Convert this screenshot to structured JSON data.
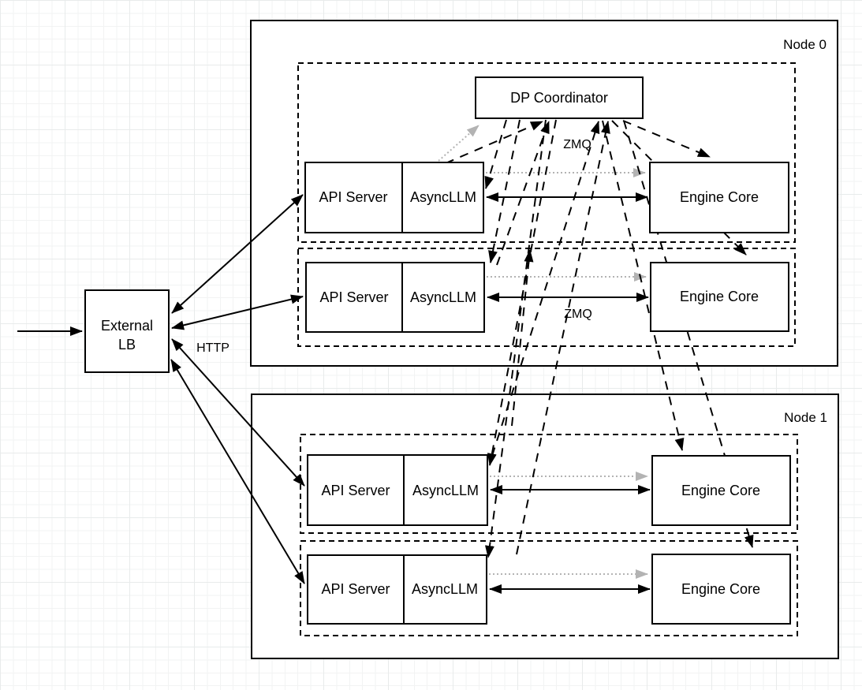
{
  "diagram": {
    "nodes": {
      "node0": {
        "label": "Node 0"
      },
      "node1": {
        "label": "Node 1"
      }
    },
    "external_lb": {
      "line1": "External",
      "line2": "LB"
    },
    "dp_coordinator": {
      "label": "DP Coordinator"
    },
    "edge_labels": {
      "zmq_top": "ZMQ",
      "zmq_mid": "ZMQ",
      "http": "HTTP"
    },
    "ranks": [
      {
        "id": "node0-rank0",
        "api_server": "API Server",
        "async_llm": "AsyncLLM",
        "engine_core": "Engine Core"
      },
      {
        "id": "node0-rank1",
        "api_server": "API Server",
        "async_llm": "AsyncLLM",
        "engine_core": "Engine Core"
      },
      {
        "id": "node1-rank0",
        "api_server": "API Server",
        "async_llm": "AsyncLLM",
        "engine_core": "Engine Core"
      },
      {
        "id": "node1-rank1",
        "api_server": "API Server",
        "async_llm": "AsyncLLM",
        "engine_core": "Engine Core"
      }
    ],
    "colors": {
      "line": "#000000",
      "gray_line": "#b3b3b3",
      "box_fill": "#ffffff",
      "grid_minor": "#f2f3f3",
      "grid_major": "#e8ebeb"
    }
  }
}
